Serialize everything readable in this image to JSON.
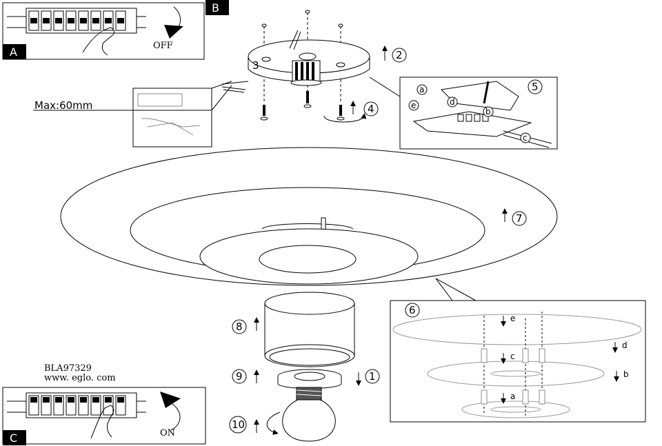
{
  "panels": {
    "a": {
      "letter": "A",
      "switch_text": "OFF"
    },
    "b": {
      "letter": "B"
    },
    "c": {
      "letter": "C",
      "switch_text": "ON"
    }
  },
  "max_cable_label": "Max:60mm",
  "product": {
    "code": "BLA97329",
    "website": "www. eglo. com"
  },
  "steps": {
    "s1": "1",
    "s2": "2",
    "s3": "3",
    "s4": "4",
    "s5": "5",
    "s6": "6",
    "s7": "7",
    "s8": "8",
    "s9": "9",
    "s10": "10"
  },
  "wiring_letters": {
    "a": "a",
    "b": "b",
    "c": "c",
    "d": "d",
    "e": "e"
  },
  "detail6_letters": {
    "e": "e",
    "c": "c",
    "a": "a",
    "d": "d",
    "b": "b"
  }
}
